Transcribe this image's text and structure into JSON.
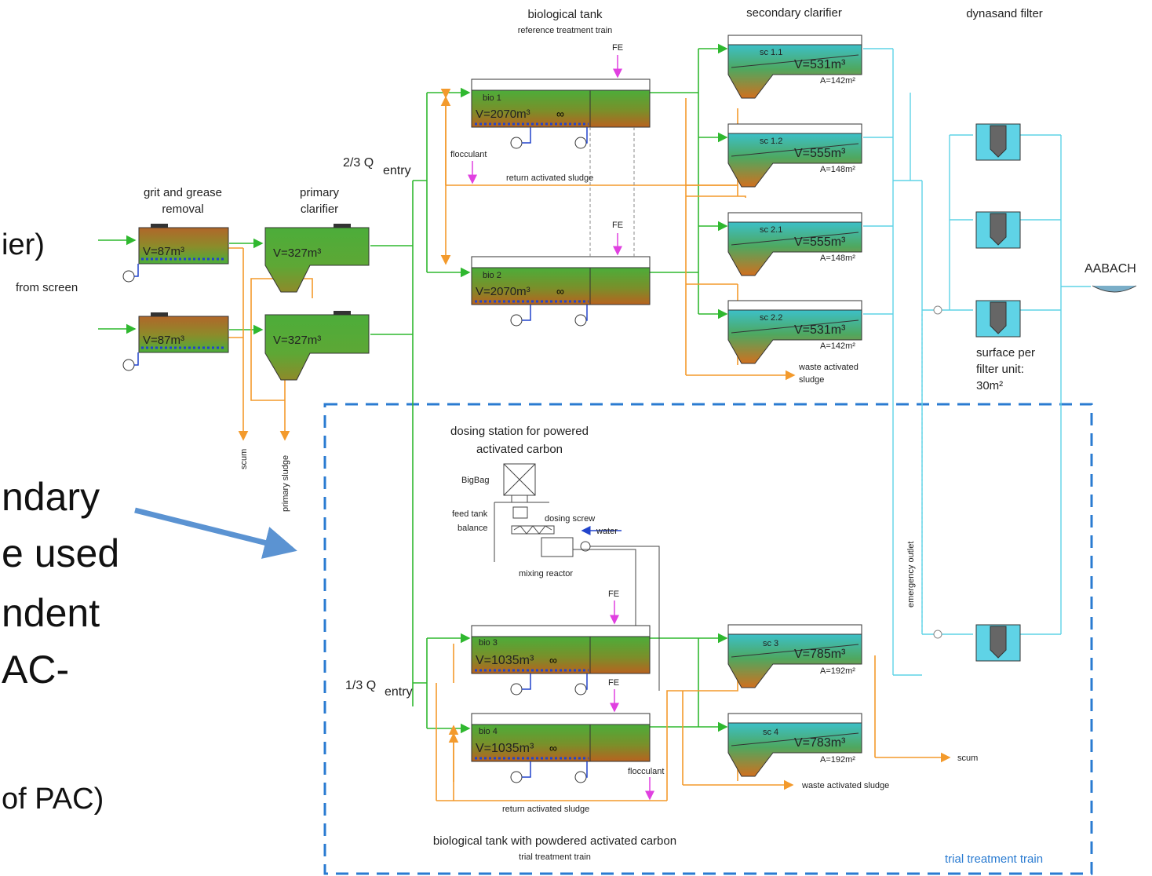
{
  "slide_text": {
    "line1": "ier)",
    "line2": "ndary",
    "line3": "e used",
    "line4": "ndent",
    "line5": "AC-",
    "line6": "of PAC)"
  },
  "headers": {
    "grit_line1": "grit and grease",
    "grit_line2": "removal",
    "primary_line1": "primary",
    "primary_line2": "clarifier",
    "bio_tank": "biological tank",
    "bio_tank_sub": "reference treatment train",
    "secondary_clarifier": "secondary clarifier",
    "dynasand": "dynasand filter"
  },
  "labels": {
    "from_screen": "from screen",
    "q23": "2/3 Q",
    "q13": "1/3 Q",
    "entry": "entry",
    "flocculant": "flocculant",
    "return_sludge": "return activated sludge",
    "fe": "FE",
    "waste_sludge_1": "waste activated",
    "waste_sludge_2": "sludge",
    "waste_sludge": "waste activated sludge",
    "scum": "scum",
    "primary_sludge": "primary sludge",
    "aabach": "AABACH",
    "surface_1": "surface per",
    "surface_2": "filter unit:",
    "surface_3": "30m²",
    "emergency_outlet": "emergency outlet",
    "dosing_1": "dosing station for powered",
    "dosing_2": "activated carbon",
    "bigbag": "BigBag",
    "feed_tank": "feed tank",
    "balance": "balance",
    "dosing_screw": "dosing screw",
    "water": "water",
    "mixing_reactor": "mixing reactor",
    "bio_pac": "biological tank with powdered activated carbon",
    "trial_sub": "trial treatment train",
    "trial_box": "trial treatment train"
  },
  "tanks": {
    "grit1_vol": "V=87m³",
    "grit2_vol": "V=87m³",
    "prim1_vol": "V=327m³",
    "prim2_vol": "V=327m³",
    "bio1_name": "bio 1",
    "bio1_vol": "V=2070m³",
    "bio2_name": "bio 2",
    "bio2_vol": "V=2070m³",
    "bio3_name": "bio 3",
    "bio3_vol": "V=1035m³",
    "bio4_name": "bio 4",
    "bio4_vol": "V=1035m³"
  },
  "clarifiers": [
    {
      "name": "sc 1.1",
      "vol": "V=531m³",
      "area": "A=142m²"
    },
    {
      "name": "sc 1.2",
      "vol": "V=555m³",
      "area": "A=148m²"
    },
    {
      "name": "sc 2.1",
      "vol": "V=555m³",
      "area": "A=148m²"
    },
    {
      "name": "sc 2.2",
      "vol": "V=531m³",
      "area": "A=142m²"
    },
    {
      "name": "sc 3",
      "vol": "V=785m³",
      "area": "A=192m²"
    },
    {
      "name": "sc 4",
      "vol": "V=783m³",
      "area": "A=192m²"
    }
  ],
  "colors": {
    "influent": "#2fb82f",
    "sludge": "#f39a2c",
    "effluent": "#5fd3e6",
    "air": "#2244cc",
    "fe": "#e040e0",
    "trial_box": "#2a7bd1",
    "arrow": "#5b93d2"
  }
}
